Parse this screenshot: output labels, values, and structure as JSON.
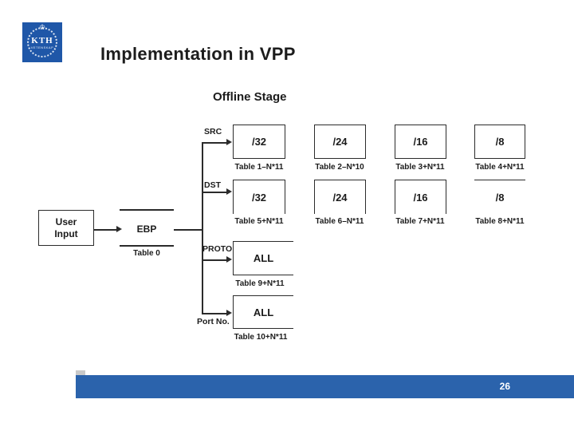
{
  "slide": {
    "title": "Implementation in VPP",
    "subtitle": "Offline Stage",
    "page_number": "26",
    "colors": {
      "kth_blue": "#1f57a8",
      "footer_blue": "#2b63ac",
      "line_color": "#2b2b2b"
    }
  },
  "logo": {
    "text": "KTH",
    "sub_text": "VETENSKAP",
    "crown_icon": "crown-icon"
  },
  "diagram": {
    "input": {
      "label": "User Input"
    },
    "ebp": {
      "label": "EBP",
      "table": "Table 0"
    },
    "branches": {
      "src": "SRC",
      "dst": "DST",
      "proto": "PROTO",
      "port": "Port No."
    },
    "row1": [
      {
        "value": "/32",
        "table": "Table 1–N*11"
      },
      {
        "value": "/24",
        "table": "Table 2–N*10"
      },
      {
        "value": "/16",
        "table": "Table 3+N*11"
      },
      {
        "value": "/8",
        "table": "Table 4+N*11"
      }
    ],
    "row2": [
      {
        "value": "/32",
        "table": "Table 5+N*11"
      },
      {
        "value": "/24",
        "table": "Table 6–N*11"
      },
      {
        "value": "/16",
        "table": "Table 7+N*11"
      },
      {
        "value": "/8",
        "table": "Table 8+N*11"
      }
    ],
    "row3": {
      "value": "ALL",
      "table": "Table 9+N*11"
    },
    "row4": {
      "value": "ALL",
      "table": "Table 10+N*11"
    }
  }
}
